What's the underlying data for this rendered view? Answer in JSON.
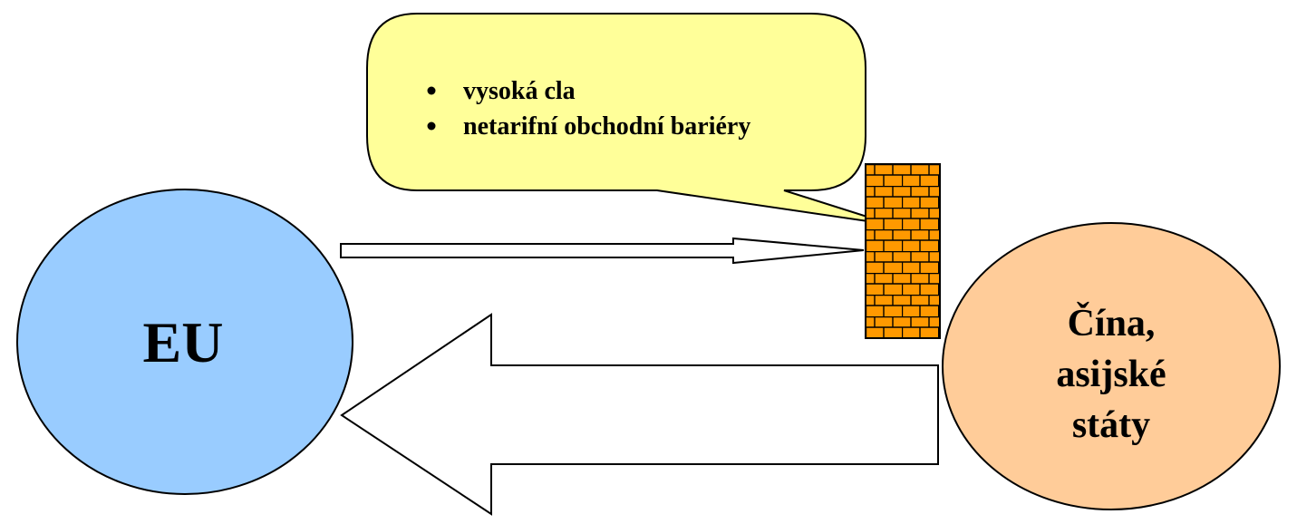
{
  "callout": {
    "items": [
      "vysoká cla",
      "netarifní obchodní bariéry"
    ],
    "fill": "#FFFF99"
  },
  "eu": {
    "label": "EU",
    "fill": "#99CCFF"
  },
  "asia": {
    "lines": [
      "Čína,",
      "asijské",
      "státy"
    ],
    "fill": "#FFCC99"
  },
  "wall": {
    "brick_color": "#FF9900",
    "mortar_color": "#000000"
  },
  "arrows": {
    "export": "EU → Čína, asijské státy (blocked by wall)",
    "import": "Čína, asijské státy → EU"
  }
}
